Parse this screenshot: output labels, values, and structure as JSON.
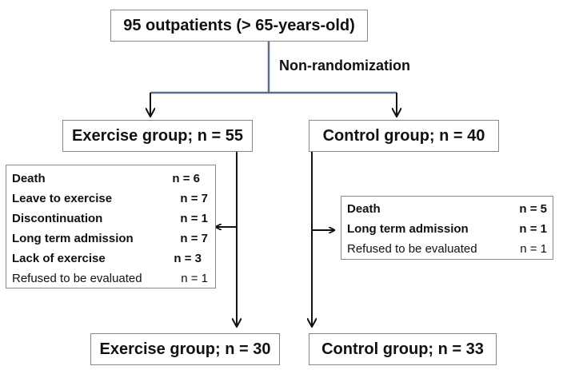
{
  "top": {
    "label": "95 outpatients (> 65-years-old)"
  },
  "branch_label": "Non-randomization",
  "exercise": {
    "start": "Exercise group; n = 55",
    "end": "Exercise group; n = 30",
    "exclusions": [
      {
        "reason": "Death",
        "n": "n = 6",
        "bold": true
      },
      {
        "reason": "Leave to exercise",
        "n": "n = 7",
        "bold": true
      },
      {
        "reason": "Discontinuation",
        "n": "n = 1",
        "bold": true
      },
      {
        "reason": "Long term admission",
        "n": "n = 7",
        "bold": true
      },
      {
        "reason": "Lack of exercise",
        "n": "n = 3",
        "bold": true
      },
      {
        "reason": "Refused to be evaluated",
        "n": "n = 1",
        "bold": false
      }
    ]
  },
  "control": {
    "start": "Control group; n = 40",
    "end": "Control group; n = 33",
    "exclusions": [
      {
        "reason": "Death",
        "n": "n = 5",
        "bold": true
      },
      {
        "reason": "Long term admission",
        "n": "n = 1",
        "bold": true
      },
      {
        "reason": "Refused to be evaluated",
        "n": "n = 1",
        "bold": false
      }
    ]
  },
  "colors": {
    "trunk": "#5a6f8c",
    "arrows": "#111111",
    "box_border": "#888888"
  }
}
